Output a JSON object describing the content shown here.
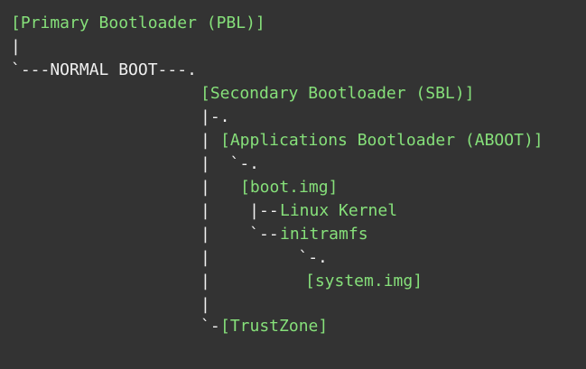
{
  "colors": {
    "background": "#333333",
    "node_text": "#86e07a",
    "tree_text": "#f0f0f0"
  },
  "nodes": {
    "pbl": "[Primary Bootloader (PBL)]",
    "sbl": "[Secondary Bootloader (SBL)]",
    "aboot": "[Applications Bootloader (ABOOT)]",
    "boot_img": "[boot.img]",
    "linux_kernel": "Linux Kernel",
    "initramfs": "initramfs",
    "system_img": "[system.img]",
    "trustzone": "[TrustZone]"
  },
  "connectors": {
    "pipe": "|",
    "normal_boot": "`---NORMAL BOOT---.",
    "branch_dot": "|-.",
    "pipe_tick_dot": "|  `-.",
    "pipe_branch": "|    |--",
    "pipe_tick": "|    `--",
    "pipe_tick_deep": "|         `-.",
    "tick_dash": "`-"
  }
}
